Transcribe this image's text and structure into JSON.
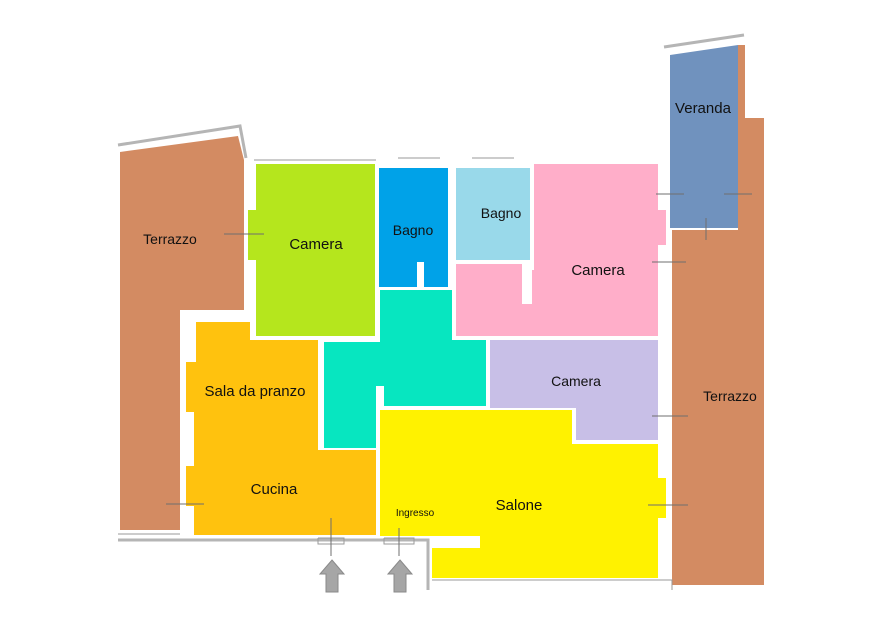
{
  "rooms": {
    "terrazzo_left": {
      "label": "Terrazzo",
      "color": "#d38b62"
    },
    "camera_1": {
      "label": "Camera",
      "color": "#b5e61d"
    },
    "bagno_1": {
      "label": "Bagno",
      "color": "#00a2e8"
    },
    "bagno_2": {
      "label": "Bagno",
      "color": "#99d9ea"
    },
    "camera_2": {
      "label": "Camera",
      "color": "#ffaec9"
    },
    "veranda": {
      "label": "Veranda",
      "color": "#7092be"
    },
    "terrazzo_right": {
      "label": "Terrazzo",
      "color": "#d38b62"
    },
    "corridoio": {
      "label": "",
      "color": "#07e6c0"
    },
    "camera_3": {
      "label": "Camera",
      "color": "#c8bfe7"
    },
    "sala_cucina": {
      "label_top": "Sala da pranzo",
      "label_bottom": "Cucina",
      "color": "#ffc20e"
    },
    "salone": {
      "label": "Salone",
      "color": "#fff200"
    },
    "ingresso": {
      "label": "Ingresso"
    }
  },
  "entrances": [
    {
      "name": "entrance-arrow-kitchen",
      "icon": "arrow-up-icon",
      "color": "#a6a6a6"
    },
    {
      "name": "entrance-arrow-ingresso",
      "icon": "arrow-up-icon",
      "color": "#a6a6a6"
    }
  ]
}
